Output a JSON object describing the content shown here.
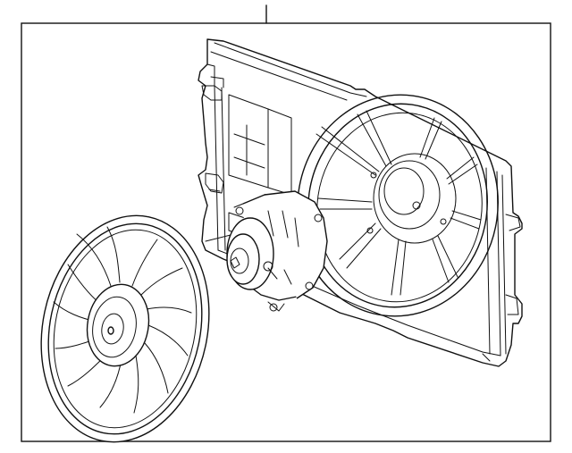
{
  "diagram": {
    "parts": [
      {
        "name": "fan-shroud"
      },
      {
        "name": "fan-motor"
      },
      {
        "name": "fan-blade-assembly"
      }
    ]
  }
}
